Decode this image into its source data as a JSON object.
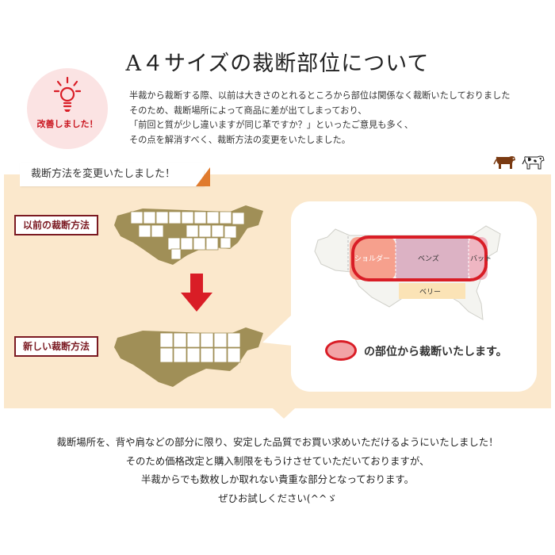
{
  "title": "A４サイズの裁断部位について",
  "badge": {
    "label": "改善しました！",
    "icon": "lightbulb-icon"
  },
  "intro_lines": [
    "半裁から裁断する際、以前は大きさのとれるところから部位は関係なく裁断いたしておりました",
    "そのため、裁断場所によって商品に差が出てしまっており、",
    "「前回と質が少し違いますが同じ革ですか？」といったご意見も多く、",
    "その点を解消すべく、裁断方法の変更をいたしました。"
  ],
  "tab_label": "裁断方法を変更いたしました！",
  "old_method_label": "以前の裁断方法",
  "new_method_label": "新しい裁断方法",
  "zoom": {
    "shoulder": "ショルダー",
    "bends": "ベンズ",
    "butt": "バット",
    "belly": "ベリー"
  },
  "legend_text": "の部位から裁断いたします。",
  "outro_lines": [
    "裁断場所を、背や肩などの部分に限り、安定した品質でお買い求めいただけるようにいたしました！",
    "そのため価格改定と購入制限をもうけさせていただいておりますが、",
    "半裁からでも数枚しか取れない貴重な部分となっております。",
    "ぜひお試しください(^^ゞ"
  ],
  "colors": {
    "accent_red": "#d91d26",
    "label_border": "#7b1a22",
    "band": "#fbe8cc",
    "hide_brown": "#a08f57",
    "badge_pink": "#fbe3e3"
  },
  "icons": [
    "brown-cow-icon",
    "holstein-cow-icon",
    "down-arrow-icon"
  ]
}
